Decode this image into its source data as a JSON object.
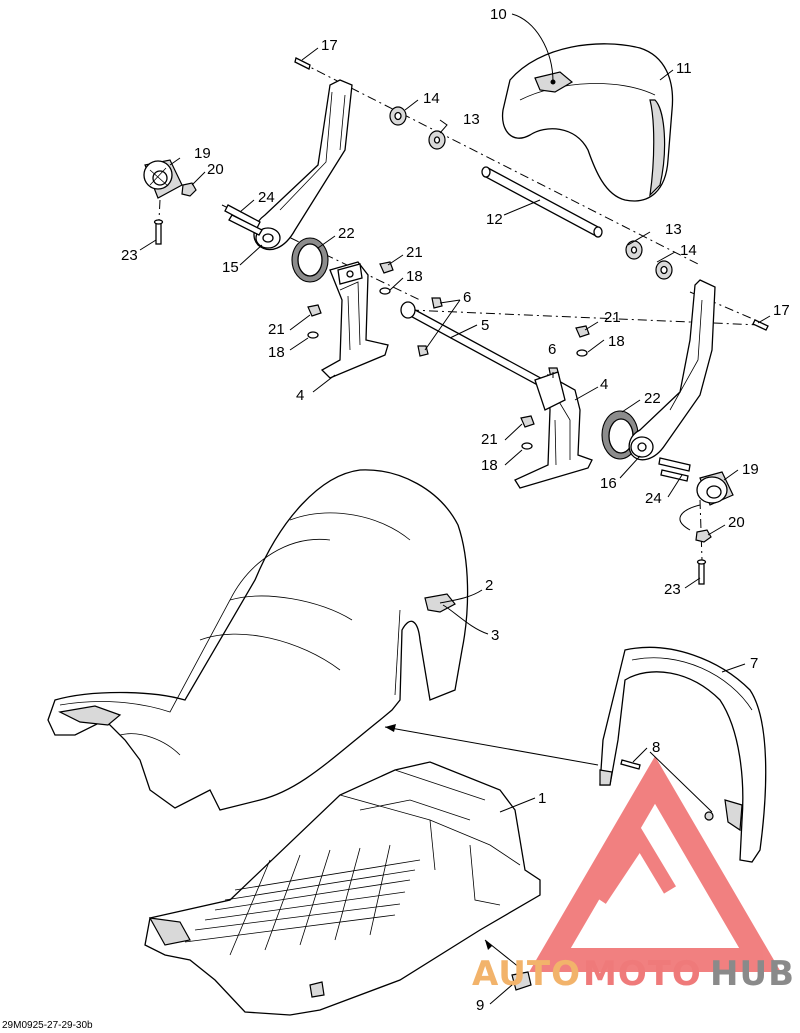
{
  "callouts": {
    "c1": "1",
    "c2": "2",
    "c3": "3",
    "c4a": "4",
    "c4b": "4",
    "c5": "5",
    "c6a": "6",
    "c6b": "6",
    "c7": "7",
    "c8": "8",
    "c9": "9",
    "c10": "10",
    "c11": "11",
    "c12": "12",
    "c13a": "13",
    "c13b": "13",
    "c14a": "14",
    "c14b": "14",
    "c15": "15",
    "c16": "16",
    "c17a": "17",
    "c17b": "17",
    "c18a": "18",
    "c18b": "18",
    "c18c": "18",
    "c18d": "18",
    "c19a": "19",
    "c19b": "19",
    "c20a": "20",
    "c20b": "20",
    "c21a": "21",
    "c21b": "21",
    "c21c": "21",
    "c21d": "21",
    "c22a": "22",
    "c22b": "22",
    "c23a": "23",
    "c23b": "23",
    "c24a": "24",
    "c24b": "24"
  },
  "reference_code": "29M0925-27-29-30b",
  "watermark": {
    "brand_part1": "AUTO",
    "brand_part2": "MOTO",
    "brand_part3": "HUB",
    "colors": {
      "part1": "#f2b36b",
      "part2": "#ef7a7a",
      "part3": "#8a8a8a",
      "logo": "#ef6b6b"
    }
  }
}
